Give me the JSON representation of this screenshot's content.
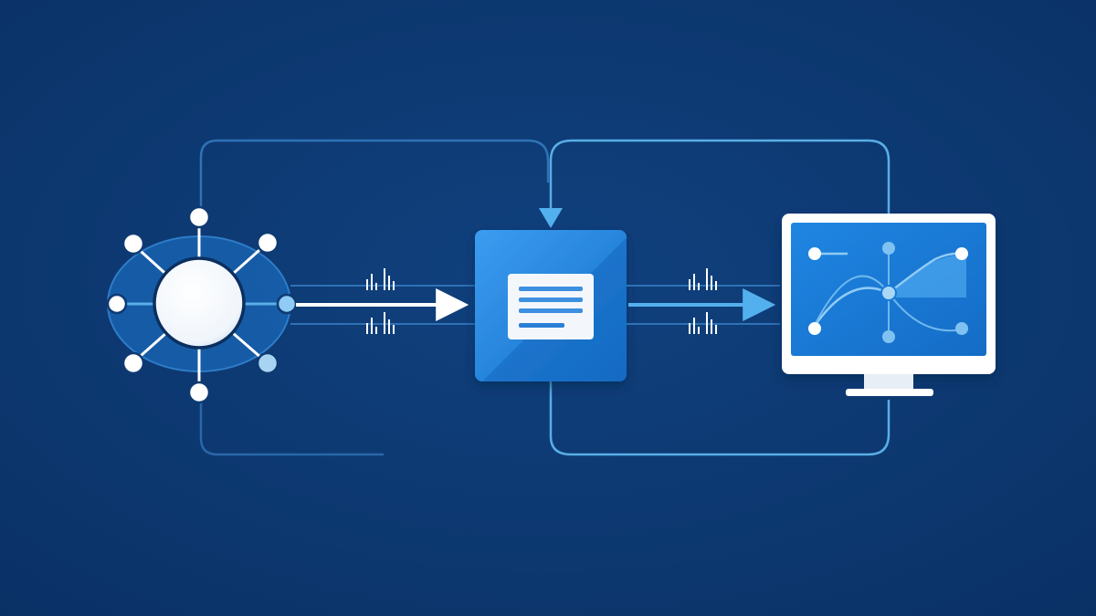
{
  "diagram": {
    "kind": "data-flow-illustration",
    "text_labels": [],
    "colors": {
      "background": "#0e3a72",
      "background_gradient_end": "#0a3166",
      "connector_dark": "#2f72b6",
      "connector_light": "#59aee6",
      "arrow": "#ffffff",
      "arrow_accent": "#53b0ee",
      "hub_node": "#ffffff",
      "hub_halo": "#1a67b7",
      "processor_fill": "#1f84de",
      "processor_fill_light": "#3b9cf0",
      "monitor_frame": "#ffffff",
      "monitor_screen": "#1a7ad9",
      "chart_line": "#8ecbf5",
      "chart_node": "#7fc2f2",
      "document_card": "#f3f7fc",
      "document_lines": "#3d8fe0"
    },
    "nodes": [
      {
        "id": "data-hub",
        "icon": "network-hub-icon"
      },
      {
        "id": "processor",
        "icon": "document-icon"
      },
      {
        "id": "dashboard",
        "icon": "monitor-chart-icon"
      }
    ],
    "edges": [
      {
        "from": "data-hub",
        "to": "processor",
        "style": "arrow"
      },
      {
        "from": "processor",
        "to": "dashboard",
        "style": "arrow"
      },
      {
        "from": "dashboard",
        "to": "processor",
        "style": "feedback-loop"
      },
      {
        "from": "data-hub",
        "to": "processor",
        "style": "bypass-loop"
      }
    ],
    "icons": {
      "signal": "waveform-signal-icon",
      "hub": "network-hub-icon",
      "doc": "document-icon",
      "monitor": "monitor-chart-icon"
    }
  }
}
